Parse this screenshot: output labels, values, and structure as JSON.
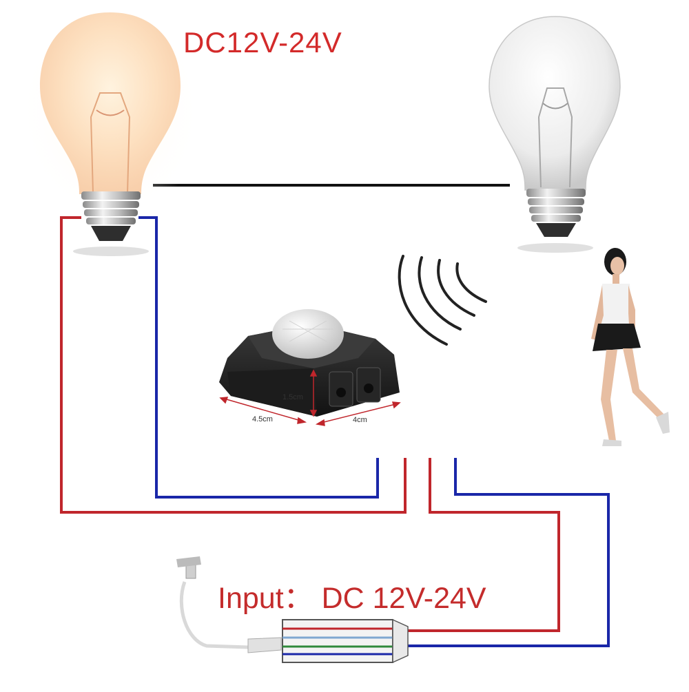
{
  "labels": {
    "supply_voltage": "DC12V-24V",
    "input_voltage": "Input： DC 12V-24V"
  },
  "sensor_dimensions": {
    "height": "1.5cm",
    "width": "4.5cm",
    "depth": "4cm"
  },
  "wire_colors": {
    "positive": "#c0262c",
    "negative": "#1a27a8",
    "bridge": "#111111"
  },
  "icons": {
    "lit_bulb": "lit-bulb-icon",
    "unlit_bulb": "unlit-bulb-icon",
    "sensor": "pir-sensor-icon",
    "signal": "motion-waves-icon",
    "person": "walking-woman-icon",
    "adapter": "power-adapter-icon"
  }
}
